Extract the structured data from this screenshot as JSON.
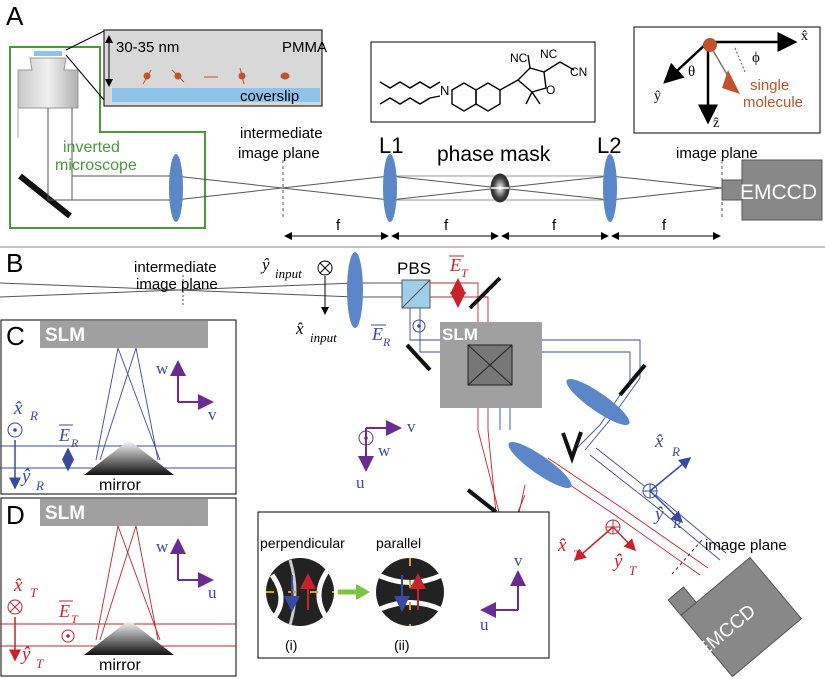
{
  "panels": {
    "A": {
      "label": "A",
      "inset": {
        "thickness": "30-35 nm",
        "pmma": "PMMA",
        "coverslip": "coverslip"
      },
      "microscope_label_1": "inverted",
      "microscope_label_2": "microscope",
      "intermediate_1": "intermediate",
      "intermediate_2": "image plane",
      "lens1": "L1",
      "lens2": "L2",
      "phase_mask": "phase mask",
      "image_plane": "image plane",
      "camera": "EMCCD",
      "focal": "f",
      "molecule": {
        "x": "x̂",
        "y": "ŷ",
        "z": "ẑ",
        "theta": "θ",
        "phi": "ϕ",
        "single": "single",
        "molecule": "molecule"
      },
      "chem": {
        "cn": "NC",
        "cn2": "CN",
        "n": "N",
        "o": "O"
      }
    },
    "B": {
      "label": "B",
      "intermediate_1": "intermediate",
      "intermediate_2": "image plane",
      "y_input": "ŷ",
      "y_input_sub": "input",
      "x_input": "x̂",
      "x_input_sub": "input",
      "pbs": "PBS",
      "e_t": "E",
      "e_t_sub": "T",
      "e_r": "E",
      "e_r_sub": "R",
      "slm": "SLM",
      "v": "v",
      "w": "w",
      "u": "u",
      "x_r": "x̂",
      "x_r_sub": "R",
      "y_r": "ŷ",
      "y_r_sub": "R",
      "x_t": "x̂",
      "x_t_sub": "T",
      "y_t": "ŷ",
      "y_t_sub": "T",
      "image_plane": "image plane",
      "camera": "EMCCD",
      "inset": {
        "perpendicular": "perpendicular",
        "parallel": "parallel",
        "i": "(i)",
        "ii": "(ii)",
        "v": "v",
        "u": "u"
      }
    },
    "C": {
      "label": "C",
      "slm": "SLM",
      "x": "x̂",
      "x_sub": "R",
      "y": "ŷ",
      "y_sub": "R",
      "e": "E",
      "e_sub": "R",
      "mirror": "mirror",
      "w": "w",
      "v": "v"
    },
    "D": {
      "label": "D",
      "slm": "SLM",
      "x": "x̂",
      "x_sub": "T",
      "y": "ŷ",
      "y_sub": "T",
      "e": "E",
      "e_sub": "T",
      "mirror": "mirror",
      "w": "w",
      "u": "u"
    }
  },
  "colors": {
    "lens": "#5b87c9",
    "blue_axis": "#3a4aa0",
    "red_axis": "#c8232c",
    "purple_axis": "#6b2c91",
    "green": "#4a9a3c",
    "molecule": "#c0532a",
    "slm_gray": "#a0a0a0",
    "coverslip": "#8ec3ec"
  }
}
